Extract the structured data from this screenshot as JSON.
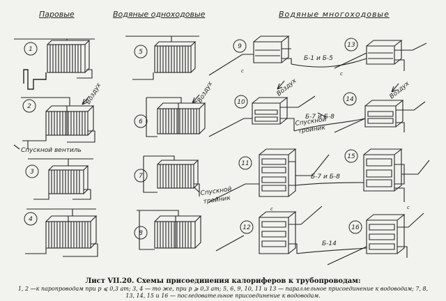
{
  "headers": {
    "steam": "Паровые",
    "water_single": "Водяные одноходовые",
    "water_multi": "Водяные многоходовые"
  },
  "diagram_numbers": [
    "1",
    "2",
    "3",
    "4",
    "5",
    "6",
    "7",
    "8",
    "9",
    "10",
    "11",
    "12",
    "13",
    "14",
    "15",
    "16"
  ],
  "labels": {
    "air": "Воздух",
    "drain_valve": "Спускной вентиль",
    "drain_tee_a": "Спускной",
    "drain_tee_b": "тройник",
    "b1_b5": "Б-1 и Б-5",
    "b7_b8": "Б-7 и Б-8",
    "b14": "Б-14",
    "pipe_mark": "с",
    "caption_title": "Лист VII.20. Схемы присоединения калориферов к трубопроводам:",
    "caption_line1": "1, 2 —к паропроводам при p ⩽ 0,3 ат; 3, 4 — то же, при p ⩾ 0,3 ат; 5, 6, 9, 10, 11 и 13 — параллельное присоединение к водоводам; 7, 8,",
    "caption_line2": "13, 14, 15 и 16 — последовательное присоединение к водоводам."
  },
  "colors": {
    "paper": "#f2f2ee",
    "ink": "#222222"
  }
}
